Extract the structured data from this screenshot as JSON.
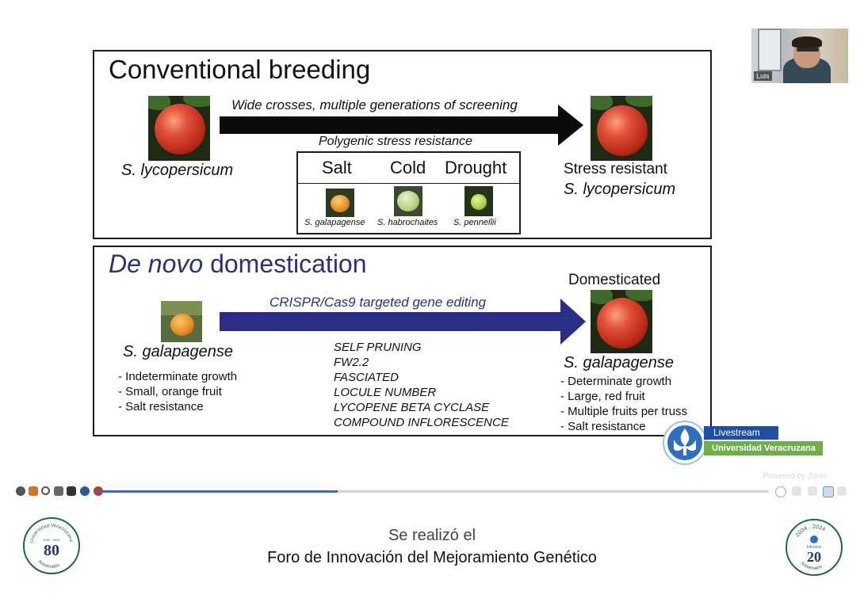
{
  "slide": {
    "panel1": {
      "title": "Conventional breeding",
      "arrow_label": "Wide crosses, multiple generations of screening",
      "left_species": "S. lycopersicum",
      "polygenic_label": "Polygenic stress resistance",
      "table_headers": [
        "Salt",
        "Cold",
        "Drought"
      ],
      "table_species": [
        "S. galapagense",
        "S. habrochaites",
        "S. pennellii"
      ],
      "right_line1": "Stress resistant",
      "right_line2": "S. lycopersicum"
    },
    "panel2": {
      "title_italic": "De novo",
      "title_rest": " domestication",
      "arrow_label": "CRISPR/Cas9 targeted gene editing",
      "left_species": "S. galapagense",
      "left_traits": [
        "- Indeterminate growth",
        "- Small, orange fruit",
        "- Salt resistance"
      ],
      "genes": [
        "SELF PRUNING",
        "FW2.2",
        "FASCIATED",
        "LOCULE NUMBER",
        "LYCOPENE BETA CYCLASE",
        "COMPOUND INFLORESCENCE"
      ],
      "right_header": "Domesticated",
      "right_species": "S. galapagense",
      "right_traits": [
        "- Determinate growth",
        "- Large, red fruit",
        "- Multiple fruits per truss",
        "- Salt resistance"
      ]
    }
  },
  "webcam": {
    "name": "Luis"
  },
  "livestream": {
    "badge": "Livestream",
    "org": "Universidad Veracruzana"
  },
  "player": {
    "powered_by": "Powered by Zoom",
    "progress": 0.36
  },
  "caption": {
    "line1": "Se realizó el",
    "line2": "Foro de Innovación del Mejoramiento Genético"
  },
  "logos": {
    "left": {
      "ring_text": "Universidad Veracruzana",
      "number": "80",
      "sub": "Aniversario",
      "years": "1944 · 2024"
    },
    "right": {
      "years": "2004 · 2024",
      "brand": "Infosecs",
      "number": "20",
      "sub": "Aniversario"
    }
  },
  "colors": {
    "navy_arrow": "#2b2d86",
    "green_banner": "#6fae4a",
    "blue_badge": "#1f4f9e",
    "title2": "#2e2f7a"
  }
}
